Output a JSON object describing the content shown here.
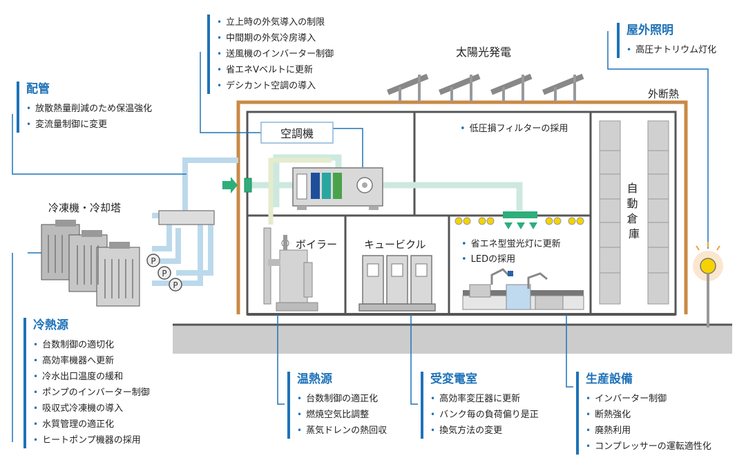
{
  "panels": {
    "piping": {
      "title": "配管",
      "items": [
        "放散熱量削減のため保温強化",
        "変流量制御に変更"
      ]
    },
    "ac": {
      "title": "",
      "items": [
        "立上時の外気導入の制限",
        "中間期の外気冷房導入",
        "送風機のインバーター制御",
        "省エネVベルトに更新",
        "デシカント空調の導入"
      ]
    },
    "outdoor_light": {
      "title": "屋外照明",
      "items": [
        "高圧ナトリウム灯化"
      ]
    },
    "cold_source": {
      "title": "冷熱源",
      "items": [
        "台数制御の適切化",
        "高効率機器へ更新",
        "冷水出口温度の緩和",
        "ポンプのインバーター制御",
        "吸収式冷凍機の導入",
        "水質管理の適正化",
        "ヒートポンプ機器の採用"
      ]
    },
    "heat_source": {
      "title": "温熱源",
      "items": [
        "台数制御の適正化",
        "燃焼空気比調整",
        "蒸気ドレンの熱回収"
      ]
    },
    "substation": {
      "title": "受変電室",
      "items": [
        "高効率変圧器に更新",
        "バンク毎の負荷偏り是正",
        "換気方法の変更"
      ]
    },
    "production": {
      "title": "生産設備",
      "items": [
        "インバーター制御",
        "断熱強化",
        "廃熱利用",
        "コンプレッサーの運転適性化"
      ]
    }
  },
  "labels": {
    "solar": "太陽光発電",
    "insulation": "外断熱",
    "ac_unit": "空調機",
    "chiller": "冷凍機・冷却塔",
    "boiler": "ボイラー",
    "cubicle": "キュービクル",
    "warehouse": "自動倉庫",
    "pump": "P"
  },
  "room_notes": {
    "filter": [
      "低圧損フィルターの採用"
    ],
    "lighting": [
      "省エネ型蛍光灯に更新",
      "LEDの採用"
    ]
  },
  "colors": {
    "accent": "#1e72b8",
    "insulation": "#c98a45",
    "pipe": "#bcd9ec",
    "air_duct": "#cde9df",
    "green_arrow": "#2eae7a",
    "wall": "#555555",
    "ground": "#cccccc"
  }
}
